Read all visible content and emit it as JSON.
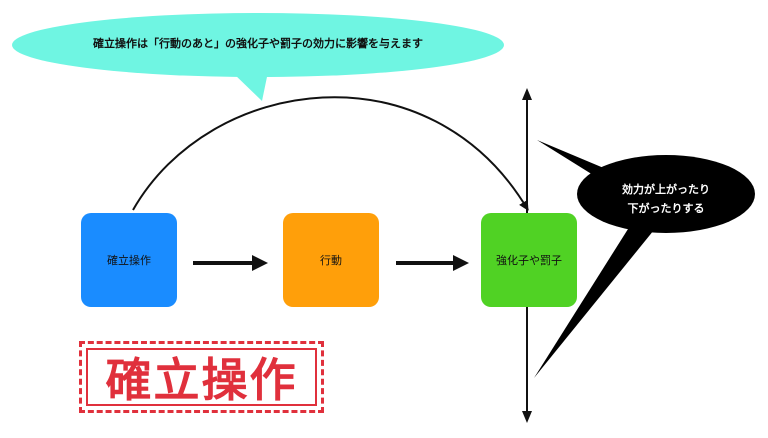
{
  "top_bubble": {
    "text": "確立操作は「行動のあと」の強化子や罰子の効力に影響を与えます",
    "color": "#6ff5e2"
  },
  "right_bubble": {
    "line1": "効力が上がったり",
    "line2": "下がったりする",
    "color": "#000000"
  },
  "boxes": {
    "establishing": "確立操作",
    "behavior": "行動",
    "reinforcer": "強化子や罰子"
  },
  "colors": {
    "establishing": "#1a8cff",
    "behavior": "#ff9f0a",
    "reinforcer": "#50d224",
    "label": "#e0303c"
  },
  "big_label": "確立操作"
}
